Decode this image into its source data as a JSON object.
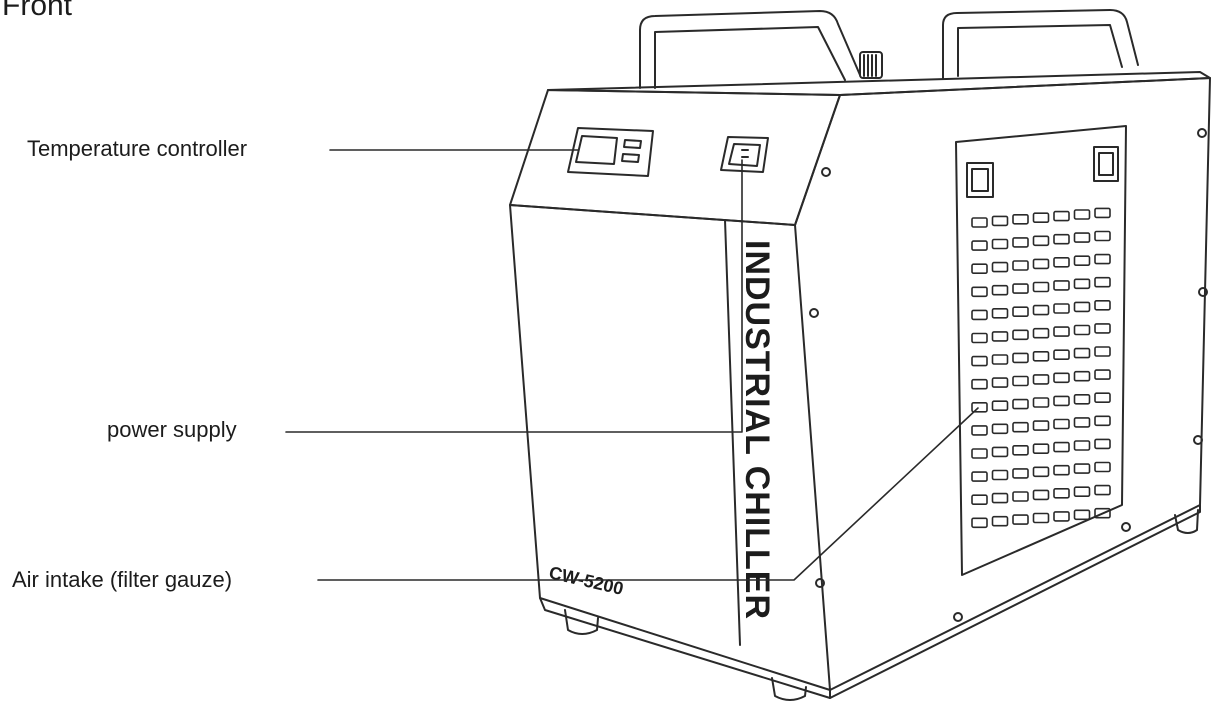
{
  "title": "Front",
  "labels": {
    "temperature_controller": "Temperature controller",
    "power_supply": "power supply",
    "air_intake": "Air intake (filter gauze)"
  },
  "device": {
    "brand_text": "INDUSTRIAL CHILLER",
    "model_text": "CW-5200"
  },
  "colors": {
    "line": "#2a2a2a",
    "text": "#1c1c1c",
    "background": "#ffffff"
  }
}
